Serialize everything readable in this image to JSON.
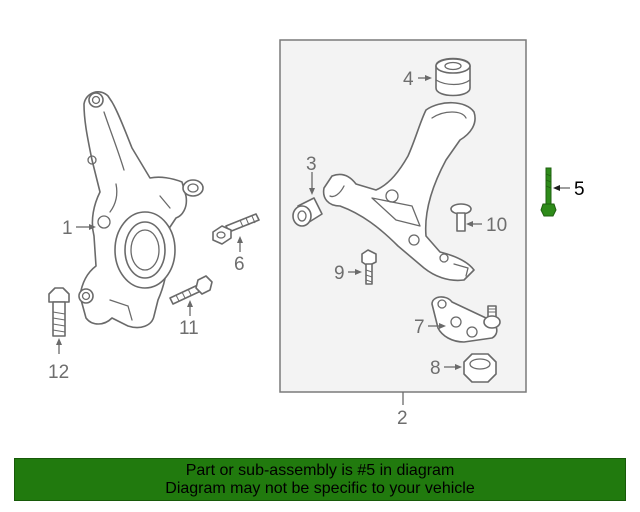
{
  "callouts": {
    "n1": "1",
    "n2": "2",
    "n3": "3",
    "n4": "4",
    "n5": "5",
    "n6": "6",
    "n7": "7",
    "n8": "8",
    "n9": "9",
    "n10": "10",
    "n11": "11",
    "n12": "12"
  },
  "highlight": {
    "part": "5",
    "color": "#2e8b1a"
  },
  "notice": {
    "line1": "Part or sub-assembly is #5 in diagram",
    "line2": "Diagram may not be specific to your vehicle",
    "background": "#217a0e"
  }
}
